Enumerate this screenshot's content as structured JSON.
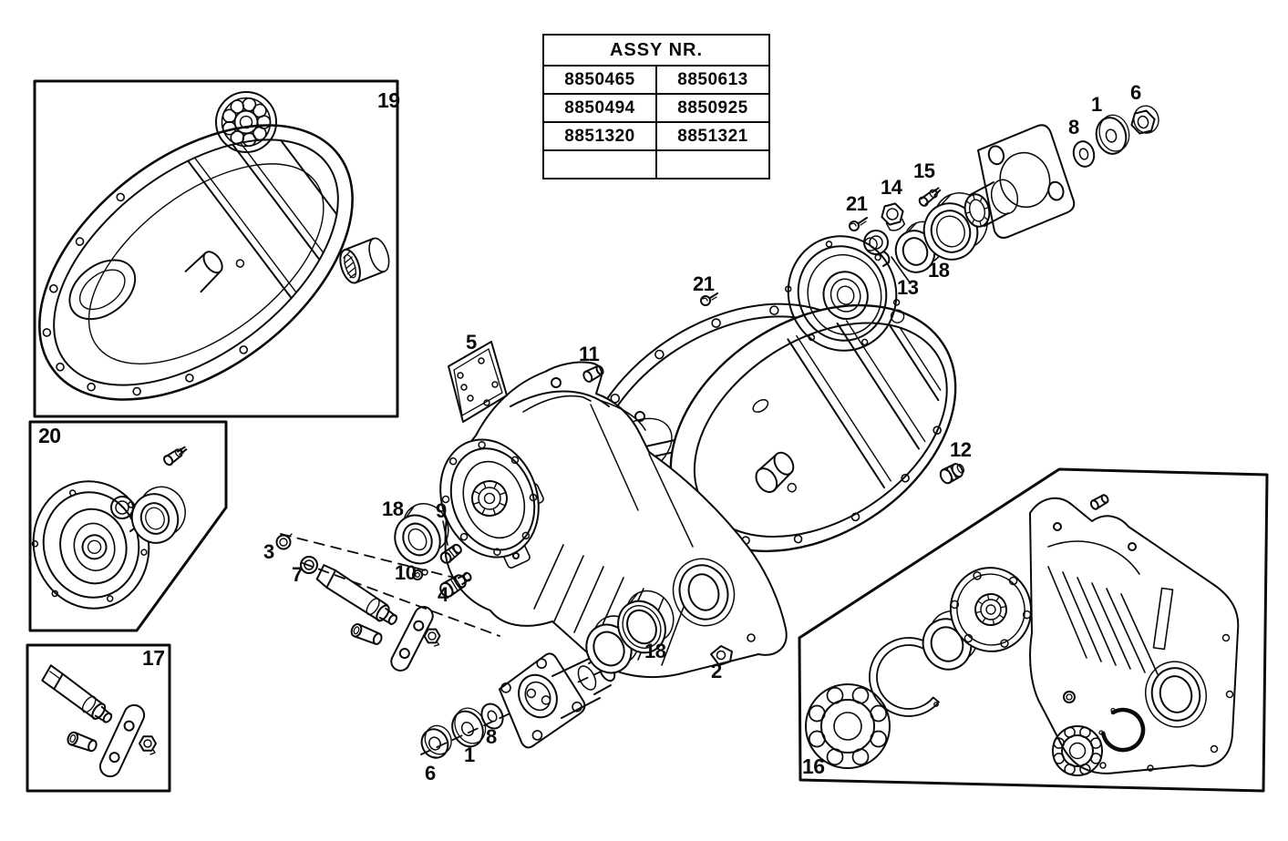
{
  "colors": {
    "ink": "#0a0a0a",
    "paper": "#ffffff"
  },
  "table": {
    "header": "ASSY NR.",
    "rows": [
      [
        "8850465",
        "8850613"
      ],
      [
        "8850494",
        "8850925"
      ],
      [
        "8851320",
        "8851321"
      ],
      [
        "",
        ""
      ]
    ]
  },
  "boxes": [
    {
      "label": "19"
    },
    {
      "label": "20"
    },
    {
      "label": "17"
    },
    {
      "label": "16"
    }
  ],
  "callouts": [
    {
      "n": "5"
    },
    {
      "n": "11"
    },
    {
      "n": "21"
    },
    {
      "n": "21"
    },
    {
      "n": "14"
    },
    {
      "n": "15"
    },
    {
      "n": "8"
    },
    {
      "n": "1"
    },
    {
      "n": "6"
    },
    {
      "n": "13"
    },
    {
      "n": "18"
    },
    {
      "n": "12"
    },
    {
      "n": "18"
    },
    {
      "n": "9"
    },
    {
      "n": "3"
    },
    {
      "n": "7"
    },
    {
      "n": "10"
    },
    {
      "n": "4"
    },
    {
      "n": "18"
    },
    {
      "n": "2"
    },
    {
      "n": "8"
    },
    {
      "n": "1"
    },
    {
      "n": "6"
    },
    {
      "n": "16"
    }
  ]
}
